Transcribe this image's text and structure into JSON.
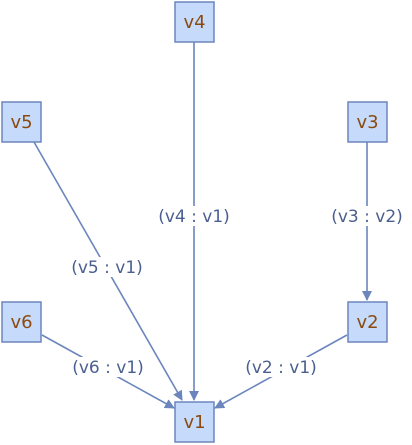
{
  "diagram": {
    "nodes": [
      {
        "id": "v4",
        "label": "v4"
      },
      {
        "id": "v5",
        "label": "v5"
      },
      {
        "id": "v3",
        "label": "v3"
      },
      {
        "id": "v6",
        "label": "v6"
      },
      {
        "id": "v2",
        "label": "v2"
      },
      {
        "id": "v1",
        "label": "v1"
      }
    ],
    "edges": [
      {
        "from": "v4",
        "to": "v1",
        "label": "(v4 : v1)"
      },
      {
        "from": "v5",
        "to": "v1",
        "label": "(v5 : v1)"
      },
      {
        "from": "v3",
        "to": "v2",
        "label": "(v3 : v2)"
      },
      {
        "from": "v6",
        "to": "v1",
        "label": "(v6 : v1)"
      },
      {
        "from": "v2",
        "to": "v1",
        "label": "(v2 : v1)"
      }
    ]
  }
}
